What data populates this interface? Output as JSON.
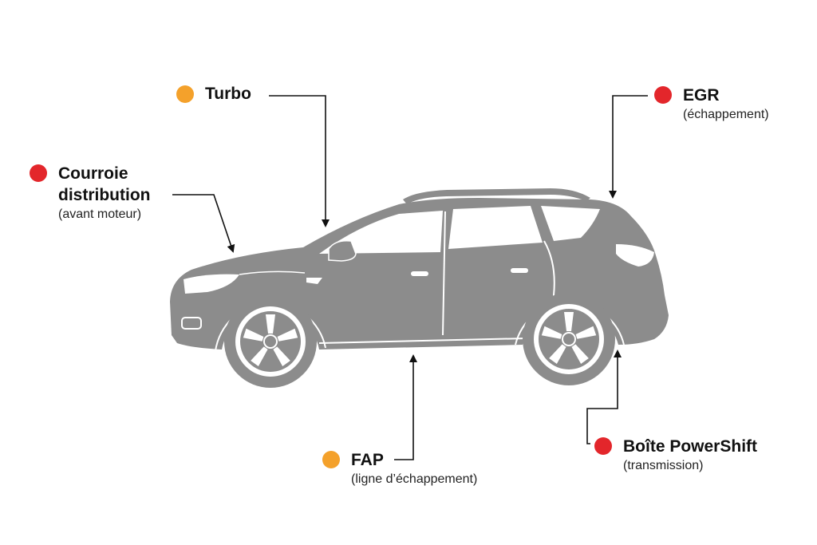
{
  "colors": {
    "orange": "#F4A12B",
    "red": "#E3262B",
    "car_body": "#8C8C8C",
    "car_dark": "#6E6E6E",
    "line": "#111111"
  },
  "callouts": {
    "turbo": {
      "title": "Turbo",
      "subtitle": "",
      "dot": "orange"
    },
    "courroie": {
      "title_line1": "Courroie",
      "title_line2": "distribution",
      "subtitle": "(avant moteur)",
      "dot": "red"
    },
    "egr": {
      "title": "EGR",
      "subtitle": "(échappement)",
      "dot": "red"
    },
    "fap": {
      "title": "FAP",
      "subtitle": "(ligne d’échappement)",
      "dot": "orange"
    },
    "boite": {
      "title": "Boîte PowerShift",
      "subtitle": "(transmission)",
      "dot": "red"
    }
  }
}
